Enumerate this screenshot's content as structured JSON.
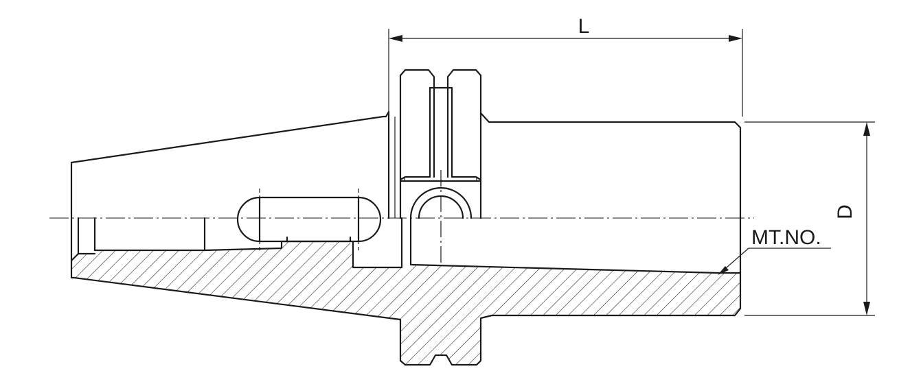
{
  "drawing": {
    "dimension_length_label": "L",
    "dimension_diameter_label": "D",
    "taper_label": "MT.NO."
  }
}
